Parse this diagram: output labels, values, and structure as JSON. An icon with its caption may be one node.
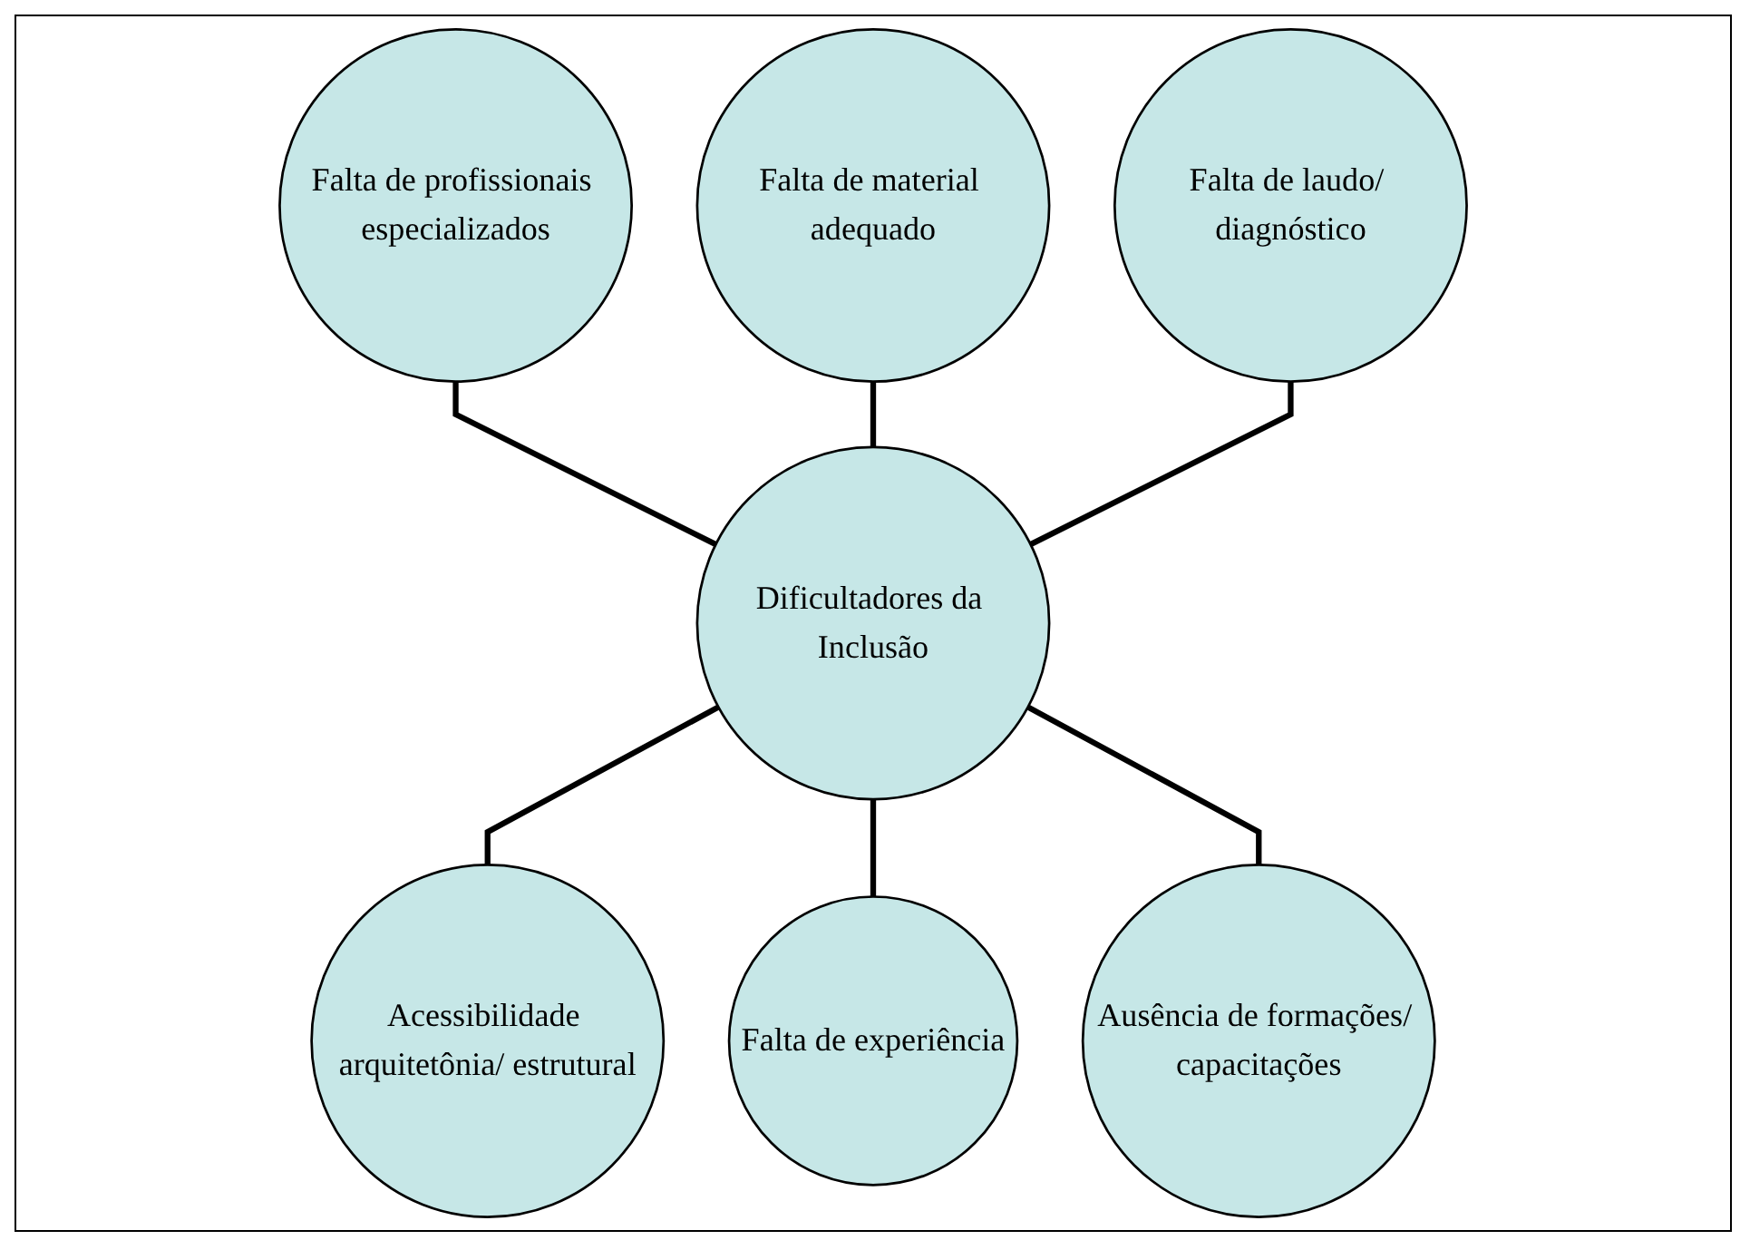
{
  "diagram": {
    "nodes": [
      {
        "text": [
          "Falta de profissionais especializados"
        ]
      },
      {
        "text": [
          "Falta de material adequado"
        ]
      },
      {
        "text": [
          "Falta de laudo/ diagnóstico"
        ]
      },
      {
        "text": [
          "Dificultadores da Inclusão"
        ]
      },
      {
        "text": [
          "Acessibilidade arquitetônia/ estrutural"
        ]
      },
      {
        "text": [
          "Falta de experiência"
        ]
      },
      {
        "text": [
          "Ausência de formações/ capacitações"
        ]
      }
    ],
    "edges": [
      {
        "from": 0,
        "to": 3,
        "arrow": "none"
      },
      {
        "from": 1,
        "to": 3,
        "arrow": "none"
      },
      {
        "from": 2,
        "to": 3,
        "arrow": "none"
      },
      {
        "from": 3,
        "to": 4,
        "arrow": "none"
      },
      {
        "from": 3,
        "to": 5,
        "arrow": "none"
      },
      {
        "from": 3,
        "to": 6,
        "arrow": "none"
      }
    ]
  }
}
